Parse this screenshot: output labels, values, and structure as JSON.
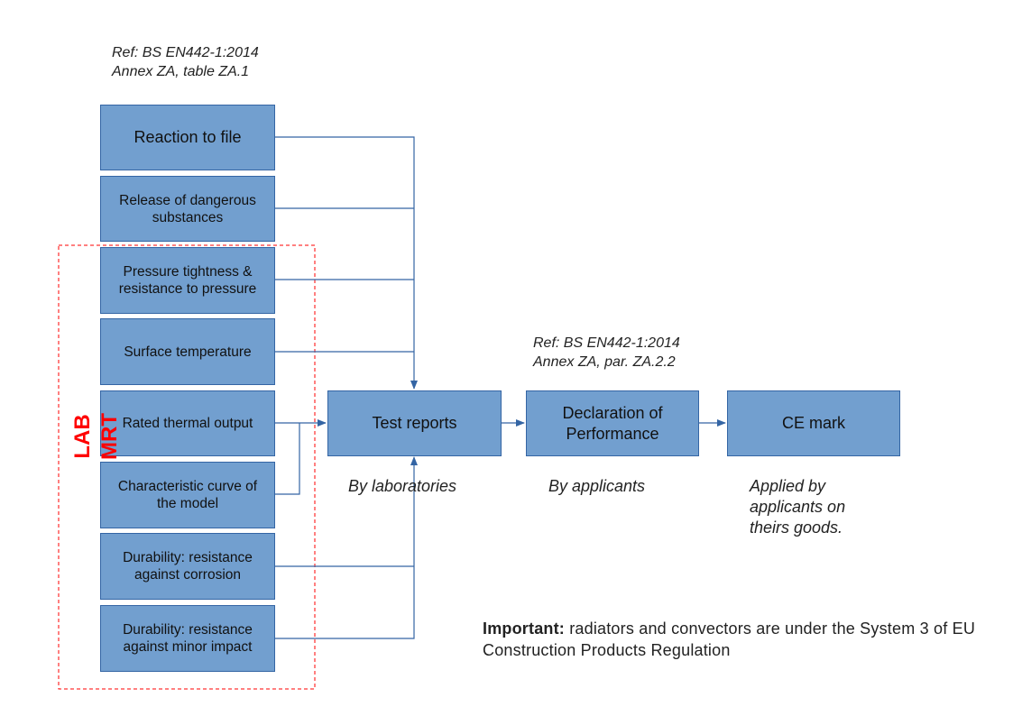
{
  "refs": {
    "top_line1": "Ref: BS EN442-1:2014",
    "top_line2": "Annex ZA, table ZA.1",
    "mid_line1": "Ref: BS EN442-1:2014",
    "mid_line2": "Annex ZA, par. ZA.2.2"
  },
  "characteristics": [
    {
      "line1": "Reaction to file",
      "line2": ""
    },
    {
      "line1": "Release of dangerous",
      "line2": "substances"
    },
    {
      "line1": "Pressure tightness &",
      "line2": "resistance to pressure"
    },
    {
      "line1": "Surface temperature",
      "line2": ""
    },
    {
      "line1": "Rated thermal output",
      "line2": ""
    },
    {
      "line1": "Characteristic curve of",
      "line2": "the model"
    },
    {
      "line1": "Durability: resistance",
      "line2": "against corrosion"
    },
    {
      "line1": "Durability: resistance",
      "line2": "against minor impact"
    }
  ],
  "lab_label": "LAB MRT",
  "flow": {
    "test_reports": "Test reports",
    "declaration_line1": "Declaration of",
    "declaration_line2": "Performance",
    "ce_mark": "CE mark"
  },
  "notes": {
    "by_laboratories": "By laboratories",
    "by_applicants": "By applicants",
    "applied_line1": "Applied by",
    "applied_line2": "applicants on",
    "applied_line3": "theirs goods."
  },
  "important": {
    "label": "Important:",
    "text": "radiators and convectors are under the System 3 of EU Construction Products Regulation"
  },
  "colors": {
    "box_fill": "#729fcf",
    "box_border": "#3465a4",
    "connector": "#3465a4",
    "lab_outline": "#ff0000"
  }
}
